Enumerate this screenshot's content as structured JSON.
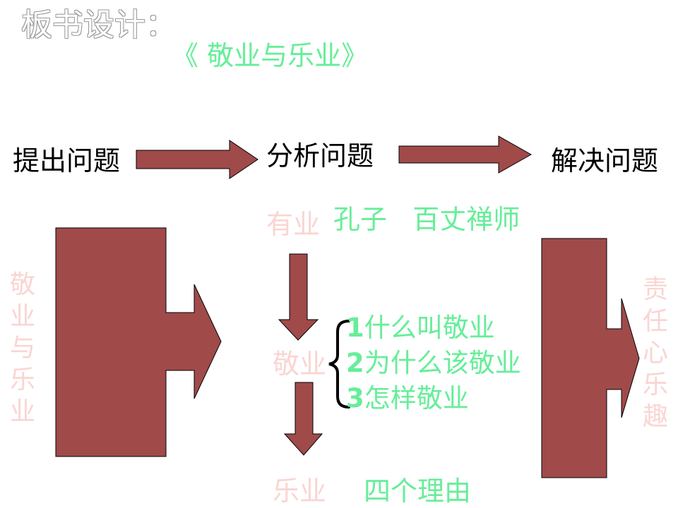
{
  "header": {
    "label": "板书设计：",
    "title": "《 敬业与乐业》"
  },
  "flow": {
    "step1": "提出问题",
    "step2": "分析问题",
    "step3": "解决问题"
  },
  "left_vertical": "敬业与乐业",
  "right_vertical": "责任心乐趣",
  "middle": {
    "node1": "有业",
    "node1_detail": "孔子   百丈禅师",
    "node2": "敬业",
    "node3": "乐业",
    "node3_detail": "四个理由",
    "points": [
      {
        "num": "1",
        "text": "什么叫敬业"
      },
      {
        "num": "2",
        "text": "为什么该敬业"
      },
      {
        "num": "3",
        "text": "怎样敬业"
      }
    ]
  },
  "colors": {
    "arrow_fill": "#a04a4a",
    "green_text": "#66ee99",
    "pink_text": "#fad5d2",
    "title_outline": "#9a9a9a"
  }
}
